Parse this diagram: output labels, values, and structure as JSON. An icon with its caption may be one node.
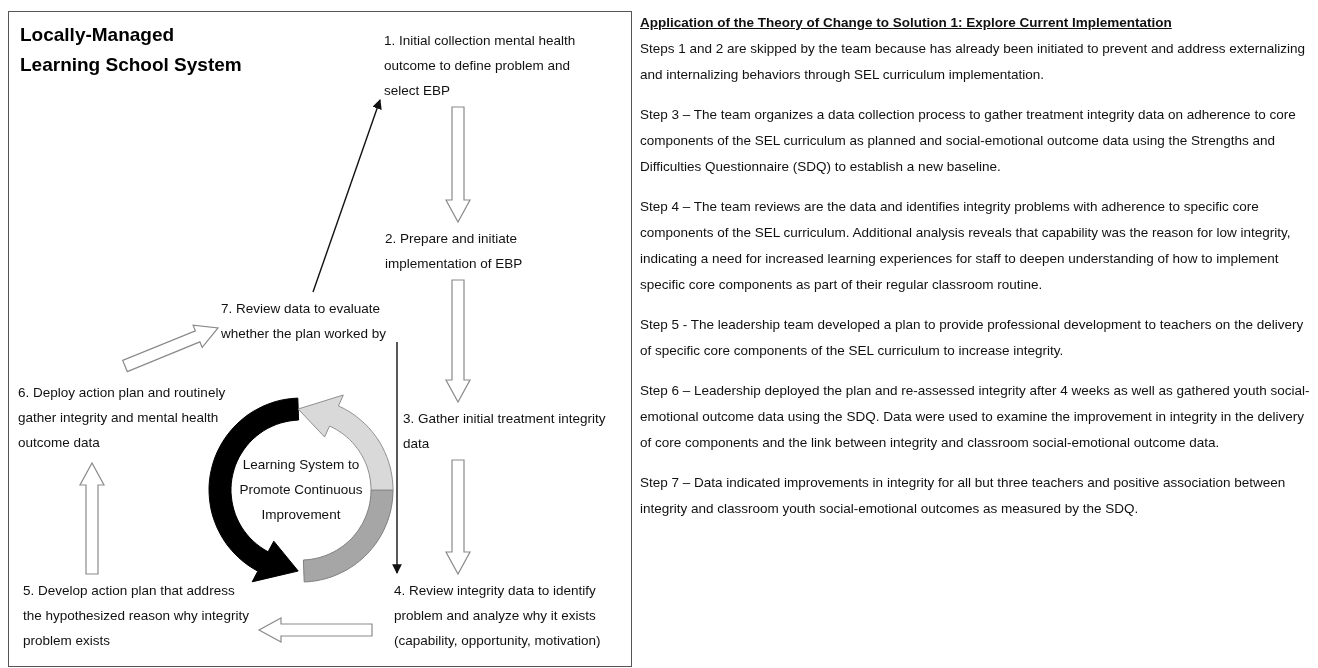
{
  "diagram": {
    "nodes": [
      {
        "text": [
          "Locally-Managed Learning School System"
        ]
      },
      {
        "text": [
          "1. Initial collection mental health outcome to define problem and select EBP"
        ],
        "in": 0
      },
      {
        "text": [
          "2. Prepare and initiate implementation of EBP"
        ],
        "in": 0
      },
      {
        "text": [
          "3. Gather initial treatment integrity data"
        ],
        "in": 0
      },
      {
        "text": [
          "4. Review integrity data to identify problem and analyze why it exists (capability, opportunity, motivation)"
        ],
        "in": 0
      },
      {
        "text": [
          "5. Develop action plan that address the hypothesized reason why integrity problem exists"
        ],
        "in": 0
      },
      {
        "text": [
          "6. Deploy action plan and routinely gather integrity and mental health outcome data"
        ],
        "in": 0
      },
      {
        "text": [
          "7. Review data to evaluate whether the plan worked by"
        ],
        "in": 0
      },
      {
        "text": [
          "Learning System to Promote Continuous Improvement"
        ],
        "in": 0
      }
    ],
    "edges": [
      {
        "from": 1,
        "to": 2,
        "arrow": "to",
        "style": "thick"
      },
      {
        "from": 2,
        "to": 3,
        "arrow": "to",
        "style": "thick"
      },
      {
        "from": 3,
        "to": 4,
        "arrow": "to",
        "style": "thick"
      },
      {
        "from": 4,
        "to": 5,
        "arrow": "to",
        "style": "thick"
      },
      {
        "from": 5,
        "to": 6,
        "arrow": "to",
        "style": "thick"
      },
      {
        "from": 6,
        "to": 7,
        "arrow": "to",
        "style": "thick"
      },
      {
        "from": 7,
        "to": 1,
        "arrow": "to"
      },
      {
        "from": 7,
        "to": 4,
        "arrow": "to"
      }
    ],
    "labels": [
      "Application of the Theory of Change to Solution 1: Explore Current Implementation",
      "Steps 1 and 2 are skipped by the team because has already been initiated to prevent and address externalizing and internalizing behaviors through SEL curriculum implementation.",
      "Step 3 – The team organizes a data collection process to gather treatment integrity data on adherence to core components of the SEL curriculum as planned and social-emotional outcome data using the Strengths and Difficulties Questionnaire (SDQ) to establish a new baseline.",
      "Step 4 – The team reviews are the data and identifies integrity problems with adherence to specific core components of the SEL curriculum. Additional analysis reveals that capability was the reason for low integrity, indicating a need for increased learning experiences for staff to deepen understanding of how to implement specific core components as part of their regular classroom routine.",
      "Step 5 - The leadership team developed a plan to provide professional development to teachers on the delivery of specific core components of the SEL curriculum to increase integrity.",
      "Step 6 – Leadership deployed the plan and re-assessed integrity after 4 weeks as well as gathered youth social-emotional outcome data using the SDQ. Data were used to examine the improvement in integrity in the delivery of core components and the link between integrity and classroom social-emotional outcome data.",
      "Step 7 – Data indicated improvements in integrity for all but three teachers and positive association between integrity and classroom youth social-emotional outcomes as measured by the SDQ."
    ]
  }
}
